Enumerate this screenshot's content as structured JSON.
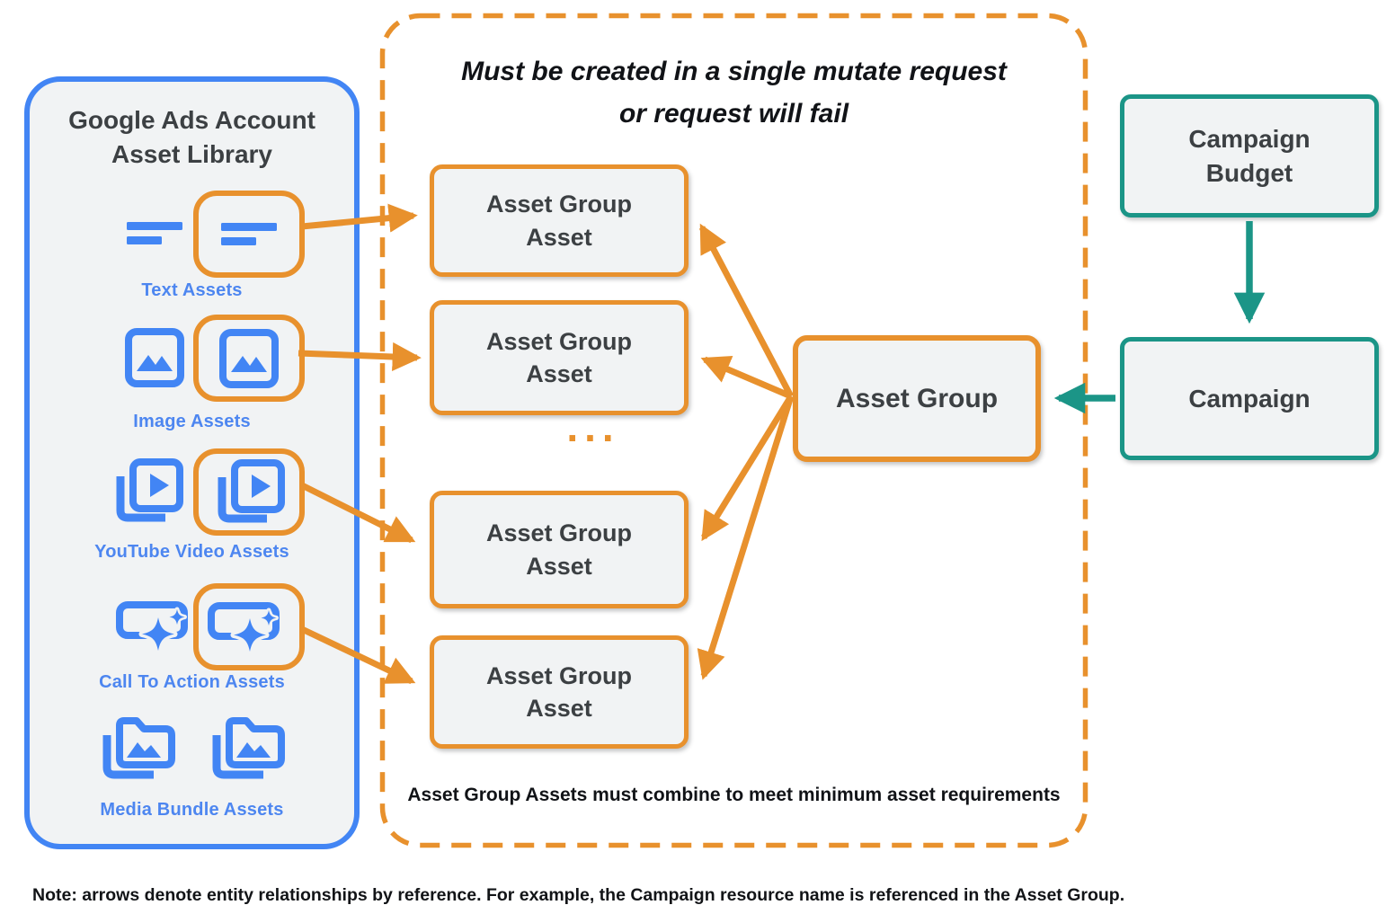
{
  "library": {
    "title": "Google Ads Account Asset Library",
    "items": [
      {
        "label": "Text Assets",
        "icon": "text-asset-icon"
      },
      {
        "label": "Image Assets",
        "icon": "image-asset-icon"
      },
      {
        "label": "YouTube Video Assets",
        "icon": "youtube-video-asset-icon"
      },
      {
        "label": "Call To Action Assets",
        "icon": "call-to-action-asset-icon"
      },
      {
        "label": "Media Bundle Assets",
        "icon": "media-bundle-asset-icon"
      }
    ]
  },
  "mutate_panel": {
    "title_line1": "Must be created in a single mutate request",
    "title_line2": "or request will fail",
    "boxes": [
      "Asset Group Asset",
      "Asset Group Asset",
      "Asset Group Asset",
      "Asset Group Asset"
    ],
    "ellipsis": "...",
    "footer": "Asset Group Assets must combine to meet minimum asset requirements"
  },
  "asset_group": {
    "label": "Asset Group"
  },
  "campaign_budget": {
    "label": "Campaign Budget"
  },
  "campaign": {
    "label": "Campaign"
  },
  "note": "Note: arrows denote entity relationships by reference. For example, the Campaign resource name is referenced in the Asset Group.",
  "colors": {
    "orange": "#E8912D",
    "teal": "#1B9587",
    "blue": "#4285F4",
    "label_blue": "#4D86F0",
    "panel_fill": "#F1F3F4",
    "text_dark": "#3C4043"
  }
}
